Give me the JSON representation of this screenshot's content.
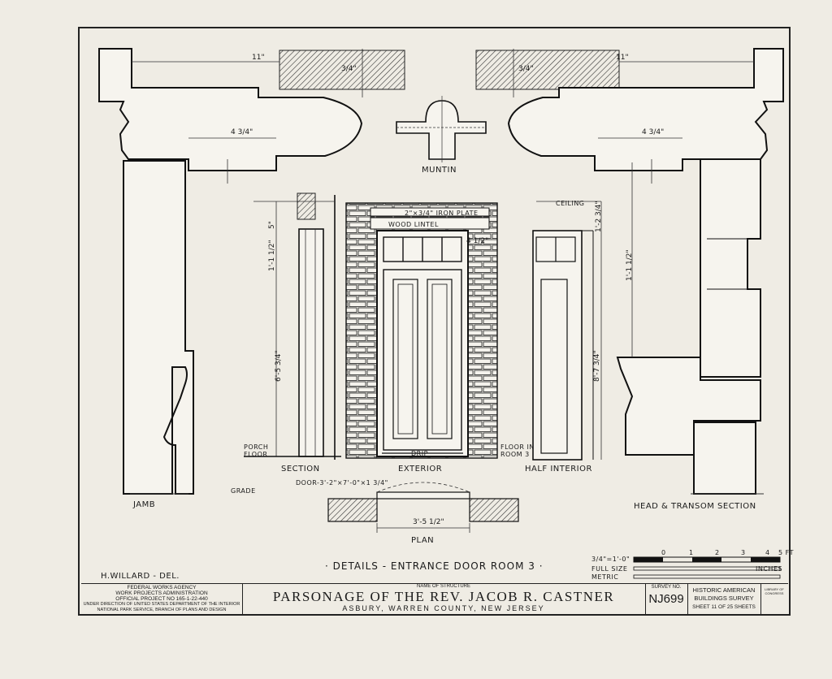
{
  "views": {
    "muntin": "MUNTIN",
    "jamb": "JAMB",
    "section": "SECTION",
    "exterior": "EXTERIOR",
    "half_interior": "HALF INTERIOR",
    "head_transom": "HEAD & TRANSOM SECTION",
    "plan": "PLAN"
  },
  "notes": {
    "iron_plate": "2\"×3/4\" IRON PLATE",
    "wood_lintel": "WOOD  LINTEL",
    "ceiling": "CEILING",
    "porch_floor": "PORCH FLOOR",
    "floor_room": "FLOOR IN ROOM 3",
    "drip": "DRIP",
    "grade": "GRADE",
    "door_size": "DOOR-3'-2\"×7'-0\"×1 3/4\""
  },
  "dimensions": {
    "left_11": "11\"",
    "right_11": "11\"",
    "left_34": "3/4\"",
    "right_34": "3/4\"",
    "left_4_34": "4 3/4\"",
    "right_4_34": "4 3/4\"",
    "sec_5": "5\"",
    "sec_1_1_2": "1'-1 1/2\"",
    "sec_6_5_34": "6'-5 3/4\"",
    "int_8_7_34": "8'-7 3/4\"",
    "int_1_2_34": "1'-2 3/4\"",
    "head_1_1_2": "1'-1 1/2\"",
    "plan_width": "3'-5 1/2\"",
    "ext_4_1_2": "4 1/2\""
  },
  "sheet_title": "· DETAILS - ENTRANCE DOOR ROOM 3 ·",
  "delineator": "H.WILLARD - DEL.",
  "scale": {
    "label1": "3/4\"=1'-0\"",
    "label2": "FULL SIZE",
    "label3": "METRIC",
    "ticks": [
      "0",
      "1",
      "2",
      "3",
      "4",
      "5 FT"
    ],
    "inches": "INCHES"
  },
  "title_block": {
    "agency_lines": [
      "FEDERAL WORKS AGENCY",
      "WORK PROJECTS ADMINISTRATION",
      "OFFICIAL PROJECT NO 165-1-22-440",
      "UNDER DIRECTION OF UNITED STATES DEPARTMENT OF THE INTERIOR",
      "NATIONAL PARK SERVICE, BRANCH OF PLANS AND DESIGN"
    ],
    "name_caption": "NAME OF STRUCTURE",
    "name": "PARSONAGE OF THE REV. JACOB R. CASTNER",
    "location": "ASBURY,  WARREN  COUNTY,  NEW  JERSEY",
    "survey_caption": "SURVEY NO.",
    "survey_no": "NJ699",
    "habs_line1": "HISTORIC AMERICAN",
    "habs_line2": "BUILDINGS SURVEY",
    "sheet_line": "SHEET  11  OF  25  SHEETS",
    "library": "LIBRARY OF CONGRESS"
  }
}
